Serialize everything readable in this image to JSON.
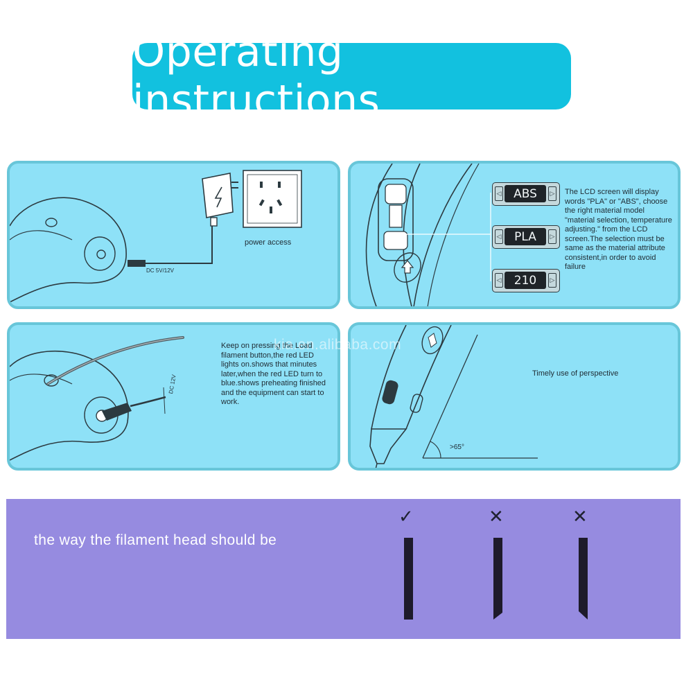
{
  "title": "Operating instructions",
  "panel_power": {
    "cable_label": "DC 5V/12V",
    "socket_label": "power access"
  },
  "panel_lcd": {
    "screens": [
      "ABS",
      "PLA",
      "210"
    ],
    "description": "The LCD screen will display words \"PLA\" or \"ABS\", choose the right material model \"material selection, temperature adjusting.\" from the LCD screen.The selection must be same as the material attribute consistent,in order to avoid failure"
  },
  "panel_load": {
    "cable_label": "DC 12V",
    "description": "Keep on pressing the Load filament button,the red LED lights on.shows that minutes later,when the red LED turn to blue.shows preheating finished and the equipment can start to work."
  },
  "panel_angle": {
    "description": "Timely use of perspective",
    "angle_label": ">65°"
  },
  "filament": {
    "label": "the way the filament head should be",
    "marks": [
      {
        "symbol": "✓",
        "status": "correct"
      },
      {
        "symbol": "✕",
        "status": "wrong"
      },
      {
        "symbol": "✕",
        "status": "wrong"
      }
    ]
  },
  "watermark": "kia.en.alibaba.com",
  "colors": {
    "title_bg": "#12c1df",
    "panel_bg": "#8ee1f7",
    "panel_border": "#68c6d9",
    "band_bg": "#968be0"
  }
}
